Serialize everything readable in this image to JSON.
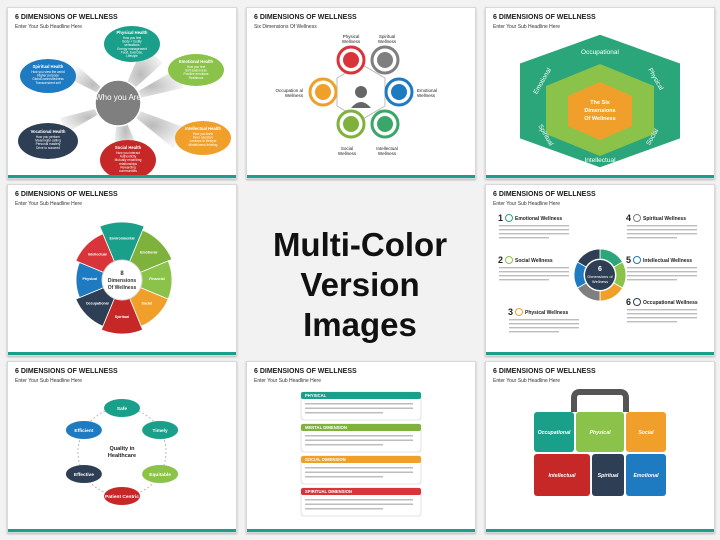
{
  "banner": {
    "line1": "Multi-Color",
    "line2": "Version Images"
  },
  "slide_title": "6 DIMENSIONS OF WELLNESS",
  "sub_headline": "Enter Your Sub Headline Here",
  "s1": {
    "center": "Who you Are",
    "petals": [
      {
        "title": "Physical Health",
        "lines": [
          "How you feel",
          "Body + bodily",
          "sensations",
          "Energy management",
          "Food, Exercise,",
          "Lifestyle"
        ]
      },
      {
        "title": "Emotional Health",
        "lines": [
          "How you feel",
          "Self awareness",
          "Positive emotions",
          "Resilience"
        ]
      },
      {
        "title": "Intellectual Health",
        "lines": [
          "How you think",
          "Inner narrative",
          "Lessons in lifestyle",
          "Mindfulness thinking"
        ]
      },
      {
        "title": "Social Health",
        "lines": [
          "How you interact",
          "Authenticity",
          "Mutually rewarding",
          "relationships",
          "Rewarding",
          "communities"
        ]
      },
      {
        "title": "Vocational Health",
        "lines": [
          "How you perform",
          "Meaningful calling",
          "Personal mastery",
          "Drive to succeed"
        ]
      },
      {
        "title": "Spiritual Health",
        "lines": [
          "How you view the world",
          "Higher purpose",
          "Global connectedness",
          "Transcendent self"
        ]
      }
    ]
  },
  "s2": {
    "subtitle": "Six Dimensions Of Wellness",
    "nodes": [
      {
        "label": "Physical Wellness",
        "color": "#d9343a"
      },
      {
        "label": "Spiritual Wellness",
        "color": "#7f7f7f"
      },
      {
        "label": "Emotional Wellness",
        "color": "#1f7bc1"
      },
      {
        "label": "Intellectual Wellness",
        "color": "#3aa66a"
      },
      {
        "label": "Social Wellness",
        "color": "#7fb23c"
      },
      {
        "label": "Occupation al Wellness",
        "color": "#f0a02a"
      }
    ]
  },
  "s3": {
    "center": [
      "The Six",
      "Dimensions",
      "Of Wellness"
    ],
    "labels": [
      "Occupational",
      "Physical",
      "Social",
      "Intellectual",
      "Spiritual",
      "Emotional"
    ]
  },
  "s4": {
    "center": [
      "8",
      "Dimensions",
      "Of Wellness"
    ],
    "segments": [
      "Environmental",
      "Emotional",
      "Financial",
      "Social",
      "Spiritual",
      "Occupational",
      "Physical",
      "Intellectual"
    ]
  },
  "s5": {
    "center": [
      "6",
      "Dimensions of",
      "Wellness"
    ],
    "items": [
      {
        "num": "1",
        "title": "Emotional Wellness"
      },
      {
        "num": "2",
        "title": "Social Wellness"
      },
      {
        "num": "3",
        "title": "Physical Wellness"
      },
      {
        "num": "4",
        "title": "Spiritual Wellness"
      },
      {
        "num": "5",
        "title": "Intellectual Wellness"
      },
      {
        "num": "6",
        "title": "Occupational Wellness"
      }
    ]
  },
  "s6": {
    "center": [
      "Quality in",
      "Healthcare"
    ],
    "nodes": [
      "Safe",
      "Timely",
      "Equitable",
      "Patient Centric",
      "Effective",
      "Efficient"
    ]
  },
  "s7": {
    "rows": [
      {
        "head": "PHYSICAL",
        "color": "#1aa08a"
      },
      {
        "head": "MENTAL DIMENSION",
        "color": "#7fb23c"
      },
      {
        "head": "SOCIAL DIMENSION",
        "color": "#f0a02a"
      },
      {
        "head": "SPIRITUAL DIMENSION",
        "color": "#d9343a"
      }
    ]
  },
  "s8": {
    "cells": [
      "Occupational",
      "Physical",
      "Social",
      "Intellectual",
      "Spiritual",
      "Emotional"
    ]
  }
}
